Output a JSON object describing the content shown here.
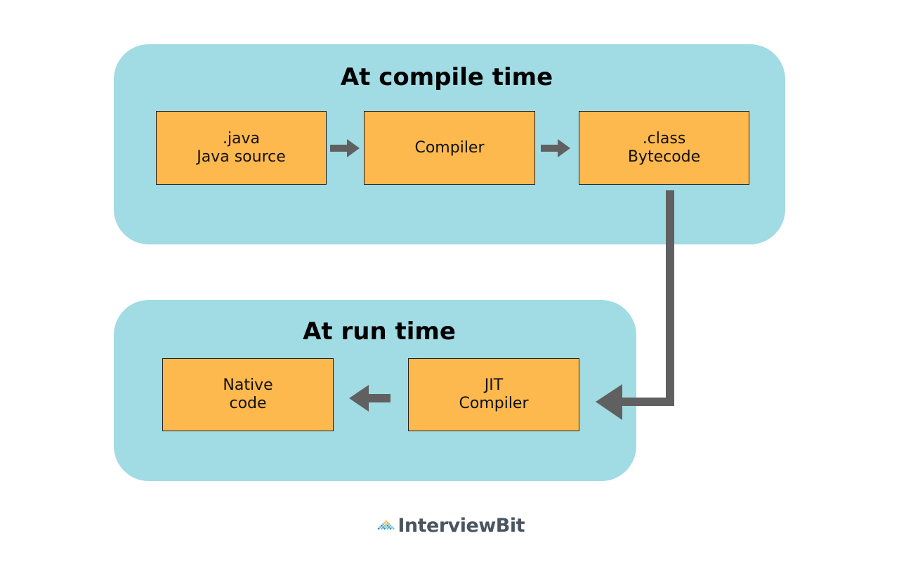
{
  "compile_panel": {
    "title": "At compile time",
    "boxes": [
      {
        "line1": ".java",
        "line2": "Java source"
      },
      {
        "line1": "Compiler"
      },
      {
        "line1": ".class",
        "line2": "Bytecode"
      }
    ]
  },
  "run_panel": {
    "title": "At run time",
    "boxes": [
      {
        "line1": "Native",
        "line2": "code"
      },
      {
        "line1": "JIT",
        "line2": "Compiler"
      }
    ]
  },
  "logo": {
    "text": "InterviewBit"
  },
  "colors": {
    "panel": "#a1dbe4",
    "box": "#fdb84e",
    "arrow": "#606060",
    "logo_text": "#4a5560"
  }
}
